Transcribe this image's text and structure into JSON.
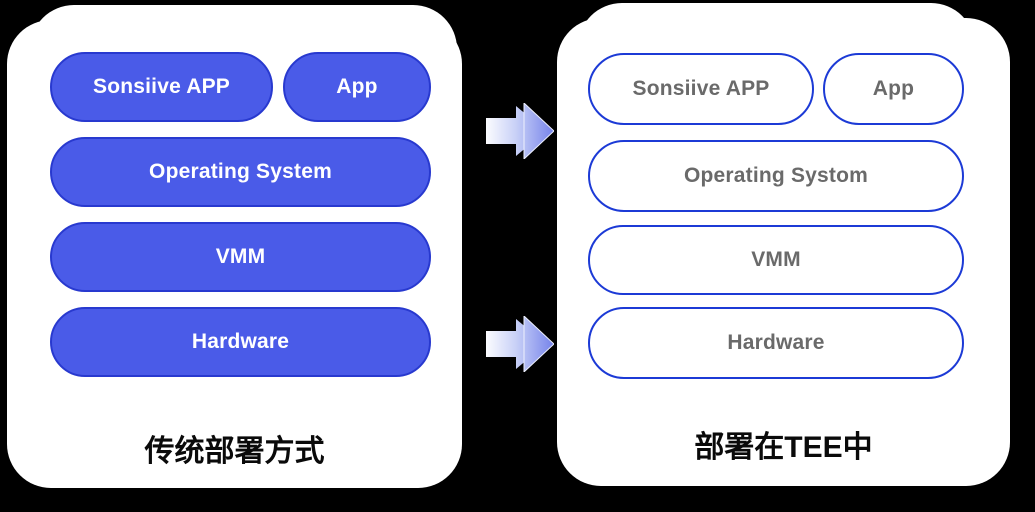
{
  "diagram": {
    "left_panel": {
      "caption": "传统部署方式",
      "pills": {
        "app_main": "Sonsiive APP",
        "app": "App",
        "os": "Operating System",
        "vmm": "VMM",
        "hw": "Hardware"
      }
    },
    "right_panel": {
      "caption": "部署在TEE中",
      "pills": {
        "app_main": "Sonsiive APP",
        "app": "App",
        "os": "Operating Systom",
        "vmm": "VMM",
        "hw": "Hardware"
      }
    },
    "colors": {
      "background": "#000000",
      "panel": "#ffffff",
      "solid_pill_fill": "#4a5be8",
      "solid_pill_border": "#2839cf",
      "solid_pill_text": "#ffffff",
      "outline_pill_border": "#1c3ad6",
      "outline_pill_text": "#6a6a6a",
      "caption_text": "#0a0a0a",
      "arrow_gradient_end": "#7583ea"
    }
  }
}
